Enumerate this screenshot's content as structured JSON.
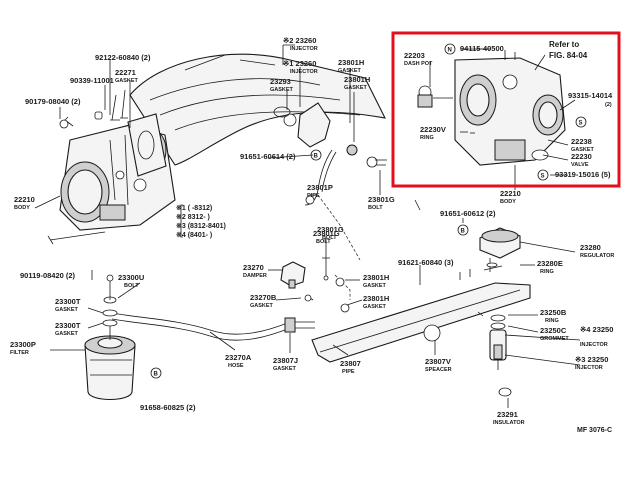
{
  "labels": [
    {
      "key": "l1",
      "text": "※2 23260"
    },
    {
      "key": "l1b",
      "text": "INJECTOR"
    },
    {
      "key": "l2",
      "text": "92122-60840 (2)"
    },
    {
      "key": "l3",
      "text": "22271"
    },
    {
      "key": "l3b",
      "text": "GASKET"
    },
    {
      "key": "l4",
      "text": "90339-11001"
    },
    {
      "key": "l5",
      "text": "90179-08040 (2)"
    },
    {
      "key": "l6",
      "text": "※1 23260"
    },
    {
      "key": "l6b",
      "text": "INJECTOR"
    },
    {
      "key": "l7",
      "text": "23801H"
    },
    {
      "key": "l7b",
      "text": "GASKET"
    },
    {
      "key": "l8",
      "text": "23293"
    },
    {
      "key": "l8b",
      "text": "GASKET"
    },
    {
      "key": "l9",
      "text": "23801H"
    },
    {
      "key": "l9b",
      "text": "GASKET"
    },
    {
      "key": "l10",
      "text": "22210"
    },
    {
      "key": "l10b",
      "text": "BODY"
    },
    {
      "key": "l11",
      "text": "91651-60614 (2)"
    },
    {
      "key": "l12",
      "text": "23801P"
    },
    {
      "key": "l12b",
      "text": "PIPE"
    },
    {
      "key": "l13",
      "text": "23801G"
    },
    {
      "key": "l13b",
      "text": "BOLT"
    },
    {
      "key": "l14a",
      "text": "※1 (     -8312)"
    },
    {
      "key": "l14b",
      "text": "※2 8312-      )"
    },
    {
      "key": "l14c",
      "text": "※3 (8312-8401)"
    },
    {
      "key": "l14d",
      "text": "※4 (8401-      )"
    },
    {
      "key": "l15",
      "text": "90119-08420 (2)"
    },
    {
      "key": "l16",
      "text": "23300U"
    },
    {
      "key": "l16b",
      "text": "BOLT"
    },
    {
      "key": "l17",
      "text": "23300T"
    },
    {
      "key": "l17b",
      "text": "GASKET"
    },
    {
      "key": "l18",
      "text": "23300T"
    },
    {
      "key": "l18b",
      "text": "GASKET"
    },
    {
      "key": "l19",
      "text": "23300P"
    },
    {
      "key": "l19b",
      "text": "FILTER"
    },
    {
      "key": "l20",
      "text": "91658-60825 (2)"
    },
    {
      "key": "l21",
      "text": "23270"
    },
    {
      "key": "l21b",
      "text": "DAMPER"
    },
    {
      "key": "l22",
      "text": "23270B"
    },
    {
      "key": "l22b",
      "text": "GASKET"
    },
    {
      "key": "l23",
      "text": "23270A"
    },
    {
      "key": "l23b",
      "text": "HOSE"
    },
    {
      "key": "l24",
      "text": "23801G"
    },
    {
      "key": "l24b",
      "text": "BOLT"
    },
    {
      "key": "l25",
      "text": "23801H"
    },
    {
      "key": "l25b",
      "text": "GASKET"
    },
    {
      "key": "l26",
      "text": "23801H"
    },
    {
      "key": "l26b",
      "text": "GASKET"
    },
    {
      "key": "l27",
      "text": "23807J"
    },
    {
      "key": "l27b",
      "text": "GASKET"
    },
    {
      "key": "l28",
      "text": "23807"
    },
    {
      "key": "l28b",
      "text": "PIPE"
    },
    {
      "key": "l29",
      "text": "23807V"
    },
    {
      "key": "l29b",
      "text": "SPEACER"
    },
    {
      "key": "l30",
      "text": "91621-60840 (3)"
    },
    {
      "key": "l31",
      "text": "91651-60612 (2)"
    },
    {
      "key": "l32",
      "text": "23280"
    },
    {
      "key": "l32b",
      "text": "REGULATOR"
    },
    {
      "key": "l33",
      "text": "23280E"
    },
    {
      "key": "l33b",
      "text": "RING"
    },
    {
      "key": "l34",
      "text": "23250B"
    },
    {
      "key": "l34b",
      "text": "RING"
    },
    {
      "key": "l35",
      "text": "23250C"
    },
    {
      "key": "l35b",
      "text": "GROMMET"
    },
    {
      "key": "l36",
      "text": "※4 23250"
    },
    {
      "key": "l36b",
      "text": "INJECTOR"
    },
    {
      "key": "l37",
      "text": "※3 23250"
    },
    {
      "key": "l37b",
      "text": "INJECTOR"
    },
    {
      "key": "l38",
      "text": "23291"
    },
    {
      "key": "l38b",
      "text": "INSULATOR"
    },
    {
      "key": "l39",
      "text": "23801G"
    },
    {
      "key": "l39b",
      "text": "BOLT"
    },
    {
      "key": "h1",
      "text": "22203"
    },
    {
      "key": "h1b",
      "text": "DASH POT"
    },
    {
      "key": "h2",
      "text": "94115-40500"
    },
    {
      "key": "h3",
      "text": "Refer to"
    },
    {
      "key": "h3b",
      "text": "FIG. 84-04"
    },
    {
      "key": "h4",
      "text": "93315-14014"
    },
    {
      "key": "h4b",
      "text": "(2)"
    },
    {
      "key": "h5",
      "text": "22230V"
    },
    {
      "key": "h5b",
      "text": "RING"
    },
    {
      "key": "h6",
      "text": "22238"
    },
    {
      "key": "h6b",
      "text": "GASKET"
    },
    {
      "key": "h7",
      "text": "22230"
    },
    {
      "key": "h7b",
      "text": "VALVE"
    },
    {
      "key": "h8",
      "text": "93319-15016 (5)"
    },
    {
      "key": "h9",
      "text": "22210"
    },
    {
      "key": "h9b",
      "text": "BODY"
    }
  ],
  "callout_letters": {
    "N": "N",
    "S": "S",
    "B": "B"
  },
  "figure_code": "MF  3076-C",
  "highlight_color": "#e0101c",
  "line_color": "#1a1a1a"
}
